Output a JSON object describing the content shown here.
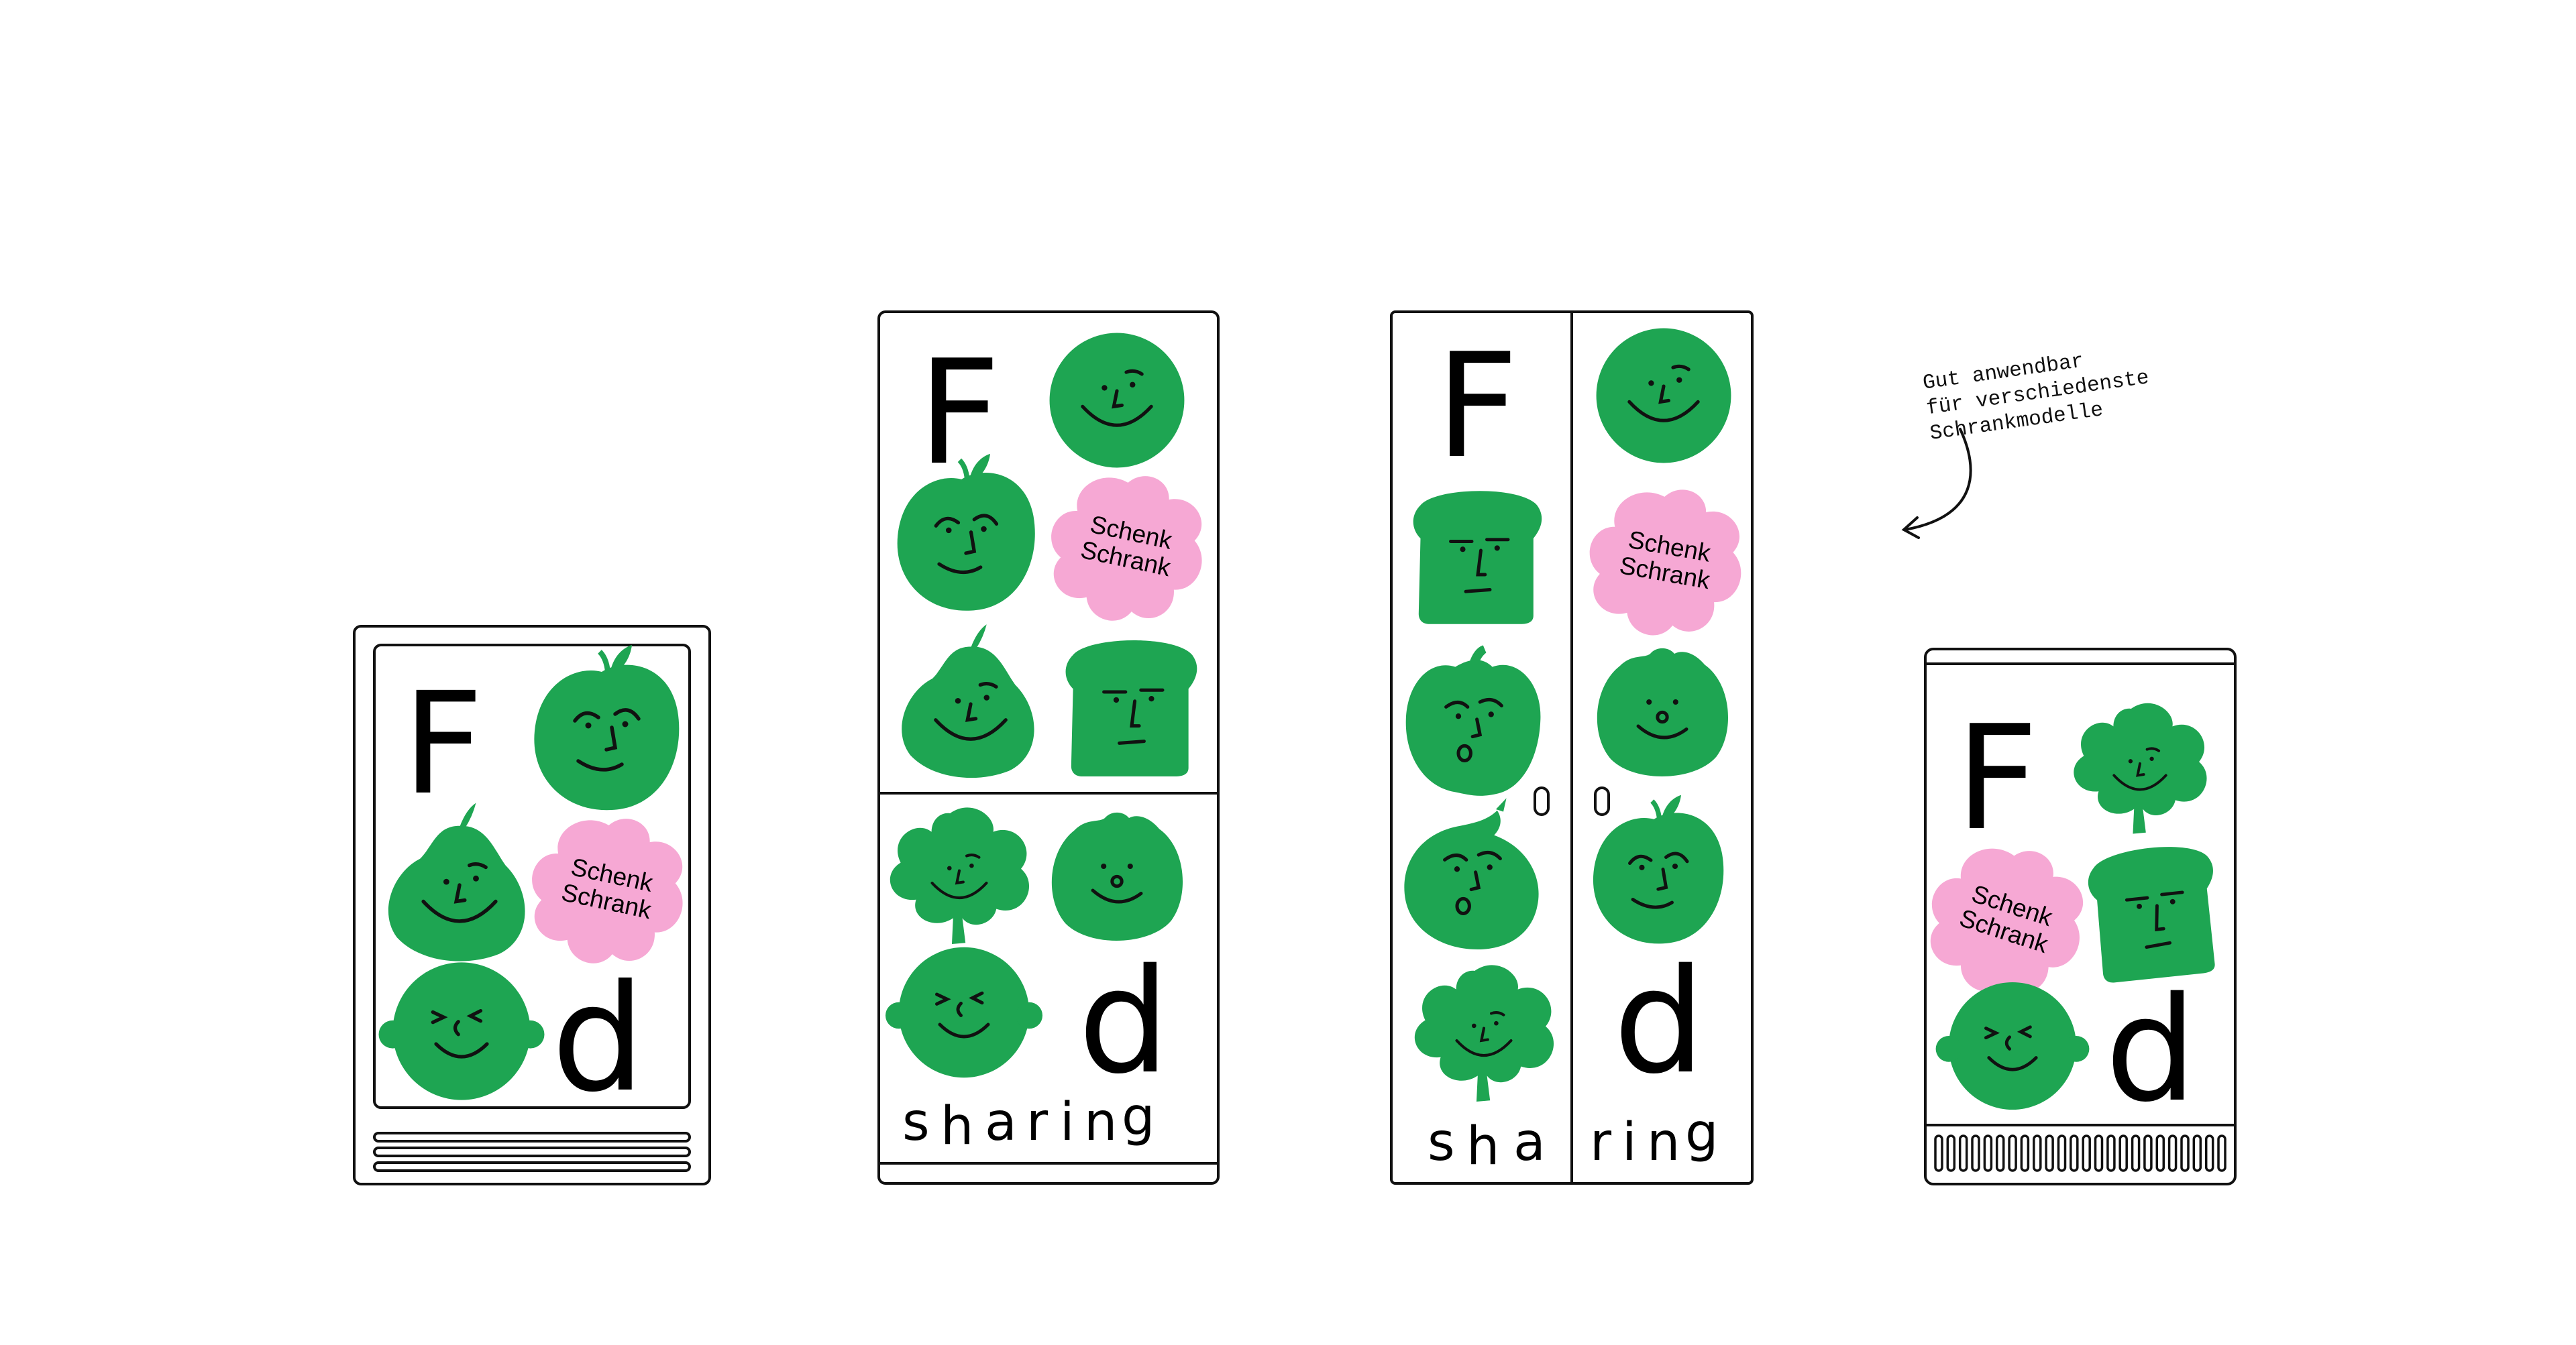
{
  "logo_letters": {
    "first": "F",
    "last": "d"
  },
  "sticker_text": {
    "line1": "Schenk",
    "line2": "Schrank"
  },
  "sharing_letters": [
    "s",
    "h",
    "a",
    "r",
    "i",
    "n",
    "g"
  ],
  "annotation": {
    "lines": [
      "Gut anwendbar",
      "für verschiedenste",
      "Schrankmodelle"
    ]
  },
  "colors": {
    "green": "#1ea552",
    "pink": "#f6a8d4",
    "ink": "#111111",
    "background": "#ffffff"
  },
  "cabinets": [
    {
      "name": "small fridge with horizontal vent",
      "stickers": [
        "letter-F",
        "apple-face",
        "pear-face",
        "schenk-schrank-flower",
        "round-face-ears",
        "letter-d"
      ]
    },
    {
      "name": "two-compartment fridge",
      "stickers": [
        "letter-F",
        "round-face",
        "apple-face",
        "schenk-schrank-flower",
        "pear-face",
        "bread-face",
        "broccoli-face",
        "tomato-face",
        "round-face-ears",
        "letter-d"
      ],
      "has_sharing": true
    },
    {
      "name": "double-door cabinet",
      "stickers": [
        "letter-F",
        "round-face",
        "bread-face",
        "schenk-schrank-flower",
        "pepper-face",
        "tomato-face",
        "onion-face",
        "apple-face",
        "broccoli-face",
        "letter-d"
      ],
      "has_sharing": true
    },
    {
      "name": "small fridge with slot vent",
      "stickers": [
        "letter-F",
        "broccoli-face",
        "schenk-schrank-flower",
        "bread-face",
        "round-face-ears",
        "letter-d"
      ]
    }
  ]
}
